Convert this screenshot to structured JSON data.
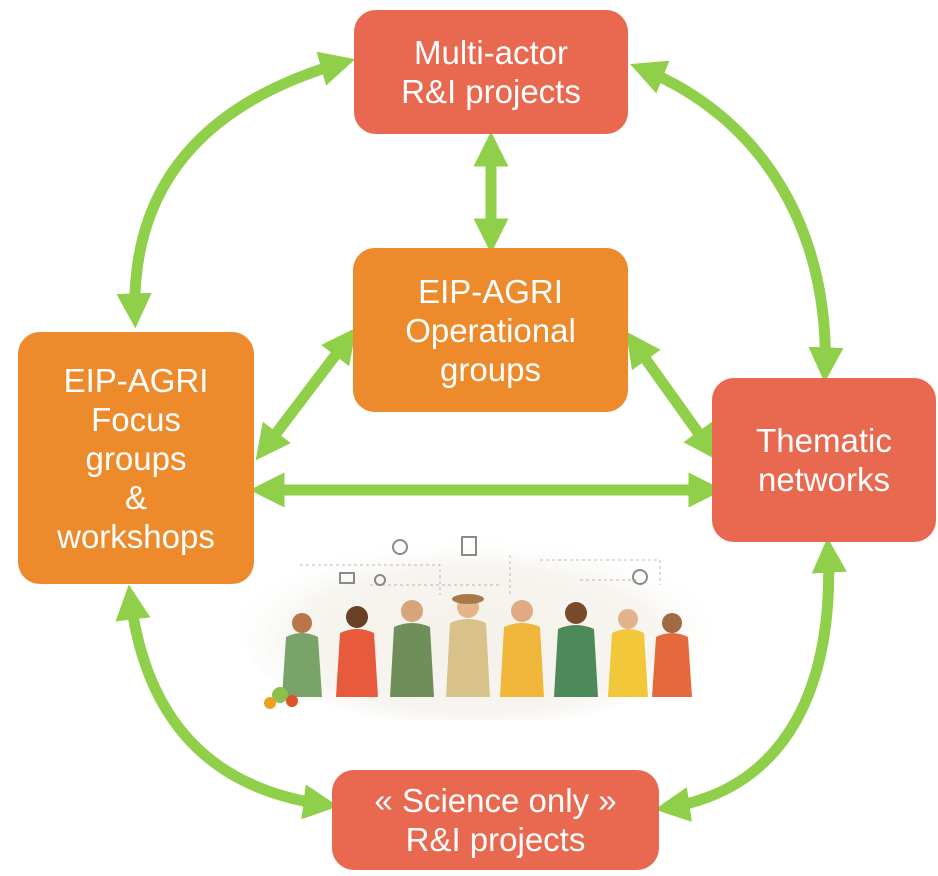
{
  "nodes": {
    "multi_actor": {
      "lines": [
        "Multi-actor",
        "R&I projects"
      ],
      "color": "#e8694f"
    },
    "operational": {
      "lines": [
        "EIP-AGRI",
        "Operational",
        "groups"
      ],
      "color": "#ec8a2c"
    },
    "focus": {
      "lines": [
        "EIP-AGRI",
        "Focus",
        "groups",
        "&",
        "workshops"
      ],
      "color": "#ec8a2c"
    },
    "thematic": {
      "lines": [
        "Thematic",
        "networks"
      ],
      "color": "#e8694f"
    },
    "science": {
      "lines": [
        "« Science only »",
        "R&I projects"
      ],
      "color": "#e8694f"
    }
  },
  "connections": [
    {
      "from": "multi_actor",
      "to": "focus",
      "style": "double-arrow"
    },
    {
      "from": "multi_actor",
      "to": "thematic",
      "style": "double-arrow"
    },
    {
      "from": "multi_actor",
      "to": "operational",
      "style": "double-arrow"
    },
    {
      "from": "operational",
      "to": "focus",
      "style": "double-arrow"
    },
    {
      "from": "operational",
      "to": "thematic",
      "style": "double-arrow"
    },
    {
      "from": "focus",
      "to": "thematic",
      "style": "double-arrow"
    },
    {
      "from": "focus",
      "to": "science",
      "style": "double-arrow"
    },
    {
      "from": "thematic",
      "to": "science",
      "style": "double-arrow"
    }
  ],
  "arrow_color": "#8fcf4a",
  "illustration": {
    "icon": "people-group-illustration"
  }
}
